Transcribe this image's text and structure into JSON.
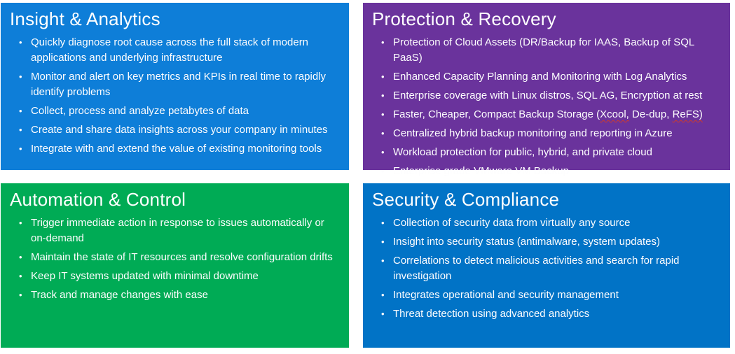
{
  "page": {
    "background_color": "#ffffff",
    "text_color": "#ffffff",
    "misspell_underline_color": "#d03a2b"
  },
  "quadrants": [
    {
      "id": "insight-analytics",
      "title": "Insight & Analytics",
      "color": "#0e7ed8",
      "bullets": [
        "Quickly diagnose root cause across the full stack of modern applications and underlying infrastructure",
        "Monitor and alert on key metrics and KPIs in real time to rapidly identify problems",
        "Collect, process and analyze petabytes of data",
        "Create and share data insights across your company in minutes",
        "Integrate with and extend the value of existing monitoring tools"
      ]
    },
    {
      "id": "protection-recovery",
      "title": "Protection & Recovery",
      "color": "#6a339c",
      "bullets": [
        "Protection of Cloud Assets (DR/Backup for IAAS, Backup of SQL PaaS)",
        "Enhanced Capacity Planning and Monitoring with Log Analytics",
        "Enterprise coverage with Linux distros, SQL AG, Encryption at rest",
        {
          "segments": [
            {
              "text": "Faster, Cheaper, Compact Backup Storage ("
            },
            {
              "text": "Xcool,",
              "misspelled": true
            },
            {
              "text": " De-dup, "
            },
            {
              "text": "ReFS)",
              "misspelled": true
            }
          ]
        },
        "Centralized hybrid backup monitoring and reporting in Azure",
        "Workload protection for public, hybrid, and private cloud",
        "Enterprise grade VMware VM Backup"
      ]
    },
    {
      "id": "automation-control",
      "title": "Automation & Control",
      "color": "#00ab55",
      "bullets": [
        "Trigger immediate action in response to issues automatically or on-demand",
        "Maintain the state of IT resources and resolve configuration drifts",
        "Keep IT systems updated with minimal downtime",
        "Track and manage changes with ease"
      ]
    },
    {
      "id": "security-compliance",
      "title": "Security & Compliance",
      "color": "#0173c6",
      "bullets": [
        "Collection of security data from virtually any source",
        "Insight into security status (antimalware, system updates)",
        "Correlations to detect malicious activities and search for rapid investigation",
        "Integrates operational and security management",
        "Threat detection using advanced analytics"
      ]
    }
  ]
}
